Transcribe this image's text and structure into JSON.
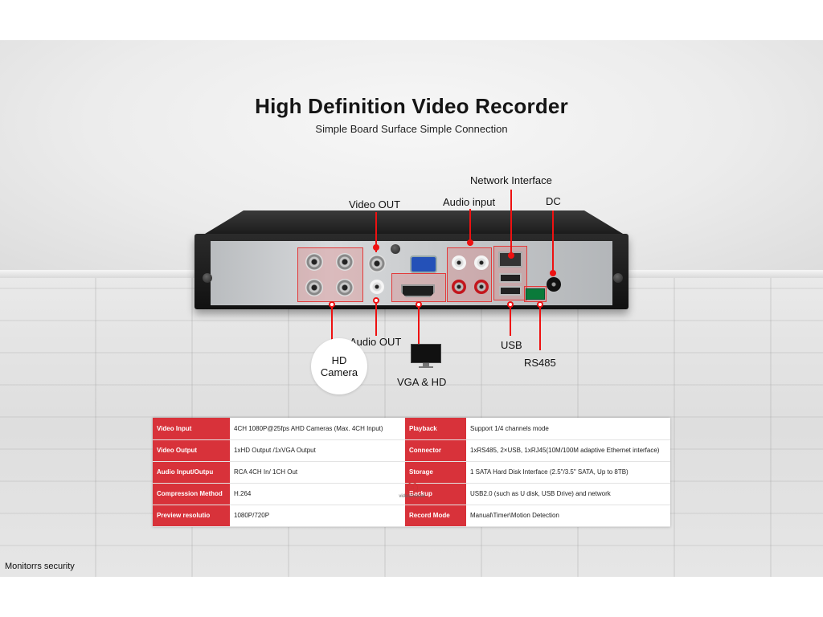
{
  "header": {
    "title": "High Definition Video Recorder",
    "subtitle": "Simple Board Surface Simple Connection"
  },
  "callouts": {
    "network_interface": "Network Interface",
    "video_out": "Video OUT",
    "audio_input": "Audio input",
    "dc": "DC",
    "audio_out": "Audio OUT",
    "usb": "USB",
    "rs485": "RS485",
    "hd_camera_line1": "HD",
    "hd_camera_line2": "Camera",
    "vga_hd": "VGA & HD"
  },
  "colors": {
    "accent": "#d8323a",
    "leader": "#e11111"
  },
  "specs": [
    {
      "k1": "Video Input",
      "v1": " 4CH   1080P@25fps AHD Cameras  (Max. 4CH Input)",
      "k2": "Playback",
      "v2": "Support 1/4 channels mode"
    },
    {
      "k1": "Video Output",
      "v1": "1xHD Output /1xVGA Output",
      "k2": "Connector",
      "v2": "1xRS485, 2×USB, 1xRJ45(10M/100M adaptive Ethernet interface)"
    },
    {
      "k1": "Audio Input/Outpu",
      "v1": "RCA 4CH In/ 1CH Out",
      "k2": "Storage",
      "v2": "1 SATA Hard Disk Interface (2.5\"/3.5\" SATA, Up to 8TB)"
    },
    {
      "k1": "Compression Method",
      "v1": "H.264",
      "k2": "Backup",
      "v2": "USB2.0 (such as U disk, USB Drive) and network"
    },
    {
      "k1": "Preview resolutio",
      "v1": "1080P/720P",
      "k2": "Record Mode",
      "v2": "Manual\\Timer\\Motion Detection"
    }
  ],
  "watermark": "videozvonek",
  "footer": "Monitorrs security"
}
